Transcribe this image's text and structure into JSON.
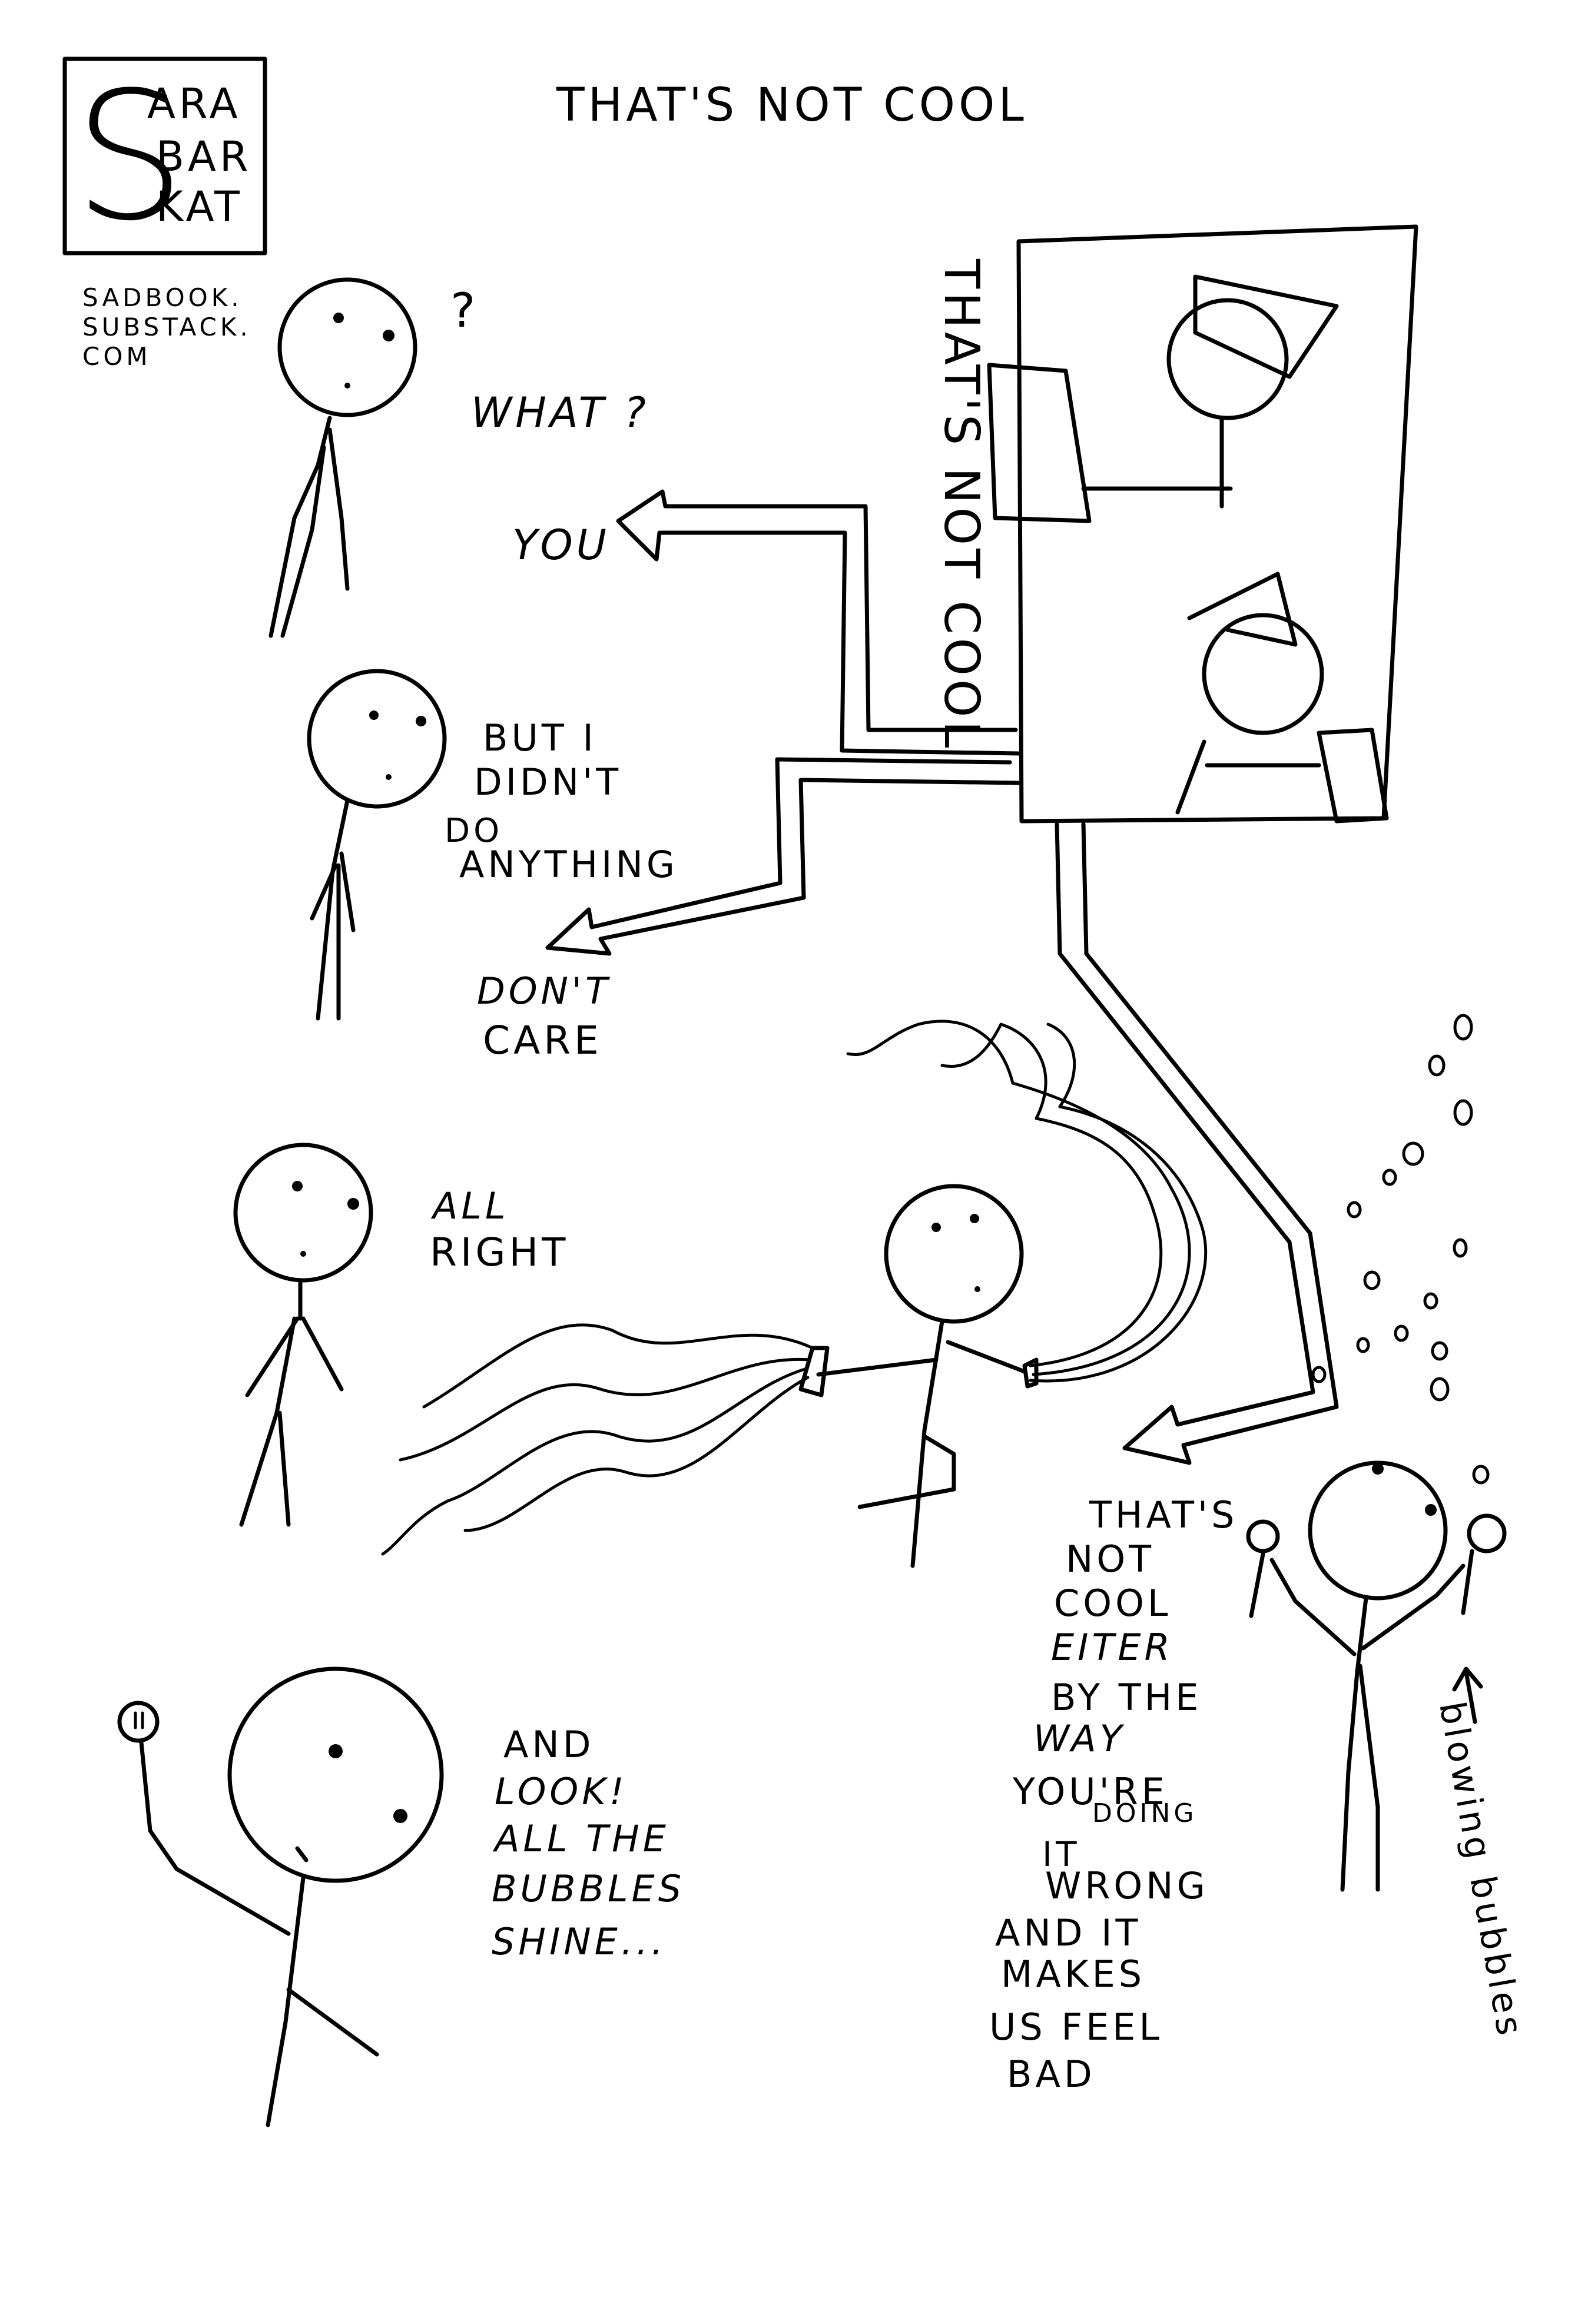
{
  "signature": {
    "letters": [
      "S",
      "ARA",
      "BAR",
      "KAT"
    ],
    "site_lines": [
      "SADBOOK.",
      "SUBSTACK.",
      "COM"
    ]
  },
  "title": "THAT'S NOT COOL",
  "panel1": {
    "question_mark": "?",
    "what": "WHAT ?",
    "billboard_text": "THAT'S NOT COOL",
    "you": "YOU"
  },
  "panel2": {
    "lines": [
      "BUT I",
      "DIDN'T",
      "DO",
      "ANYTHING"
    ],
    "dont_care": [
      "DON'T",
      "CARE"
    ]
  },
  "panel3": {
    "all_right": [
      "ALL",
      "RIGHT"
    ],
    "critic_lines": [
      "THAT'S",
      "NOT",
      "COOL",
      "EITER",
      "BY THE",
      "WAY",
      "YOU'RE",
      "DOING",
      "IT",
      "WRONG",
      "AND IT",
      "MAKES",
      "US FEEL",
      "BAD"
    ],
    "annotation": "blowing bubbles"
  },
  "panel4": {
    "lines": [
      "AND",
      "LOOK!",
      "ALL THE",
      "BUBBLES",
      "SHINE..."
    ]
  }
}
